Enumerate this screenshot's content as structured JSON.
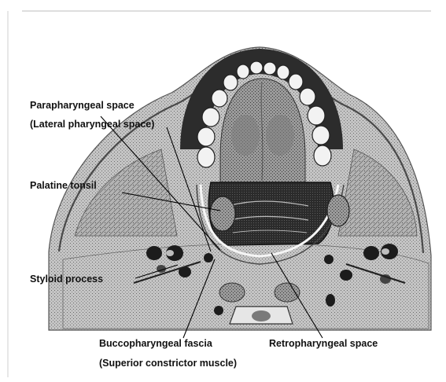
{
  "labels": {
    "parapharyngeal_space": "Parapharyngeal space",
    "lateral_pharyngeal_space": "(Lateral pharyngeal space)",
    "palatine_tonsil": "Palatine tonsil",
    "styloid_process": "Styloid process",
    "buccopharyngeal_fascia": "Buccopharyngeal fascia",
    "superior_constrictor_muscle": "(Superior constrictor muscle)",
    "retropharyngeal_space": "Retropharyngeal space"
  }
}
